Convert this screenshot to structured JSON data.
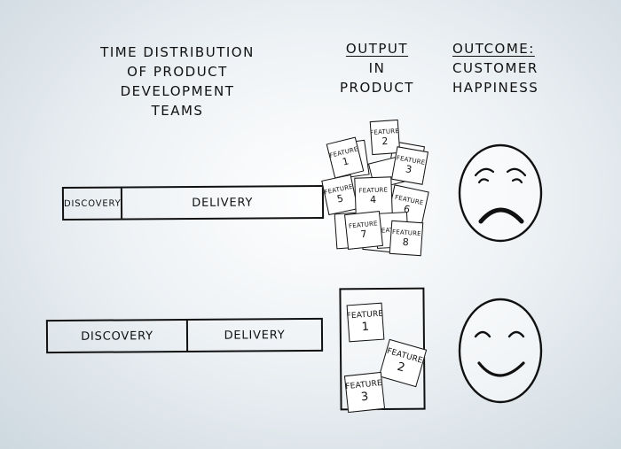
{
  "headings": {
    "time_distribution": [
      "TIME  DISTRIBUTION",
      "OF  PRODUCT  DEVELOPMENT",
      "TEAMS"
    ],
    "output": [
      "OUTPUT",
      "IN",
      "PRODUCT"
    ],
    "outcome": [
      "OUTCOME:",
      "CUSTOMER",
      "HAPPINESS"
    ]
  },
  "rows": [
    {
      "discovery_label": "DISCOVERY",
      "delivery_label": "DELIVERY",
      "discovery_share": 0.2,
      "features": [
        {
          "label": "FEATURE",
          "number": "1"
        },
        {
          "label": "FEATURE",
          "number": "2"
        },
        {
          "label": "FEATURE",
          "number": "3"
        },
        {
          "label": "FEATURE",
          "number": "4"
        },
        {
          "label": "FEATURE",
          "number": "5"
        },
        {
          "label": "FEATURE",
          "number": "6"
        },
        {
          "label": "FEATURE",
          "number": "7"
        },
        {
          "label": "FEATURE",
          "number": ""
        },
        {
          "label": "FEATURE",
          "number": "8"
        }
      ],
      "mood": "unhappy"
    },
    {
      "discovery_label": "DISCOVERY",
      "delivery_label": "DELIVERY",
      "discovery_share": 0.51,
      "features": [
        {
          "label": "FEATURE",
          "number": "1"
        },
        {
          "label": "FEATURE",
          "number": "2"
        },
        {
          "label": "FEATURE",
          "number": "3"
        }
      ],
      "mood": "happy"
    }
  ]
}
